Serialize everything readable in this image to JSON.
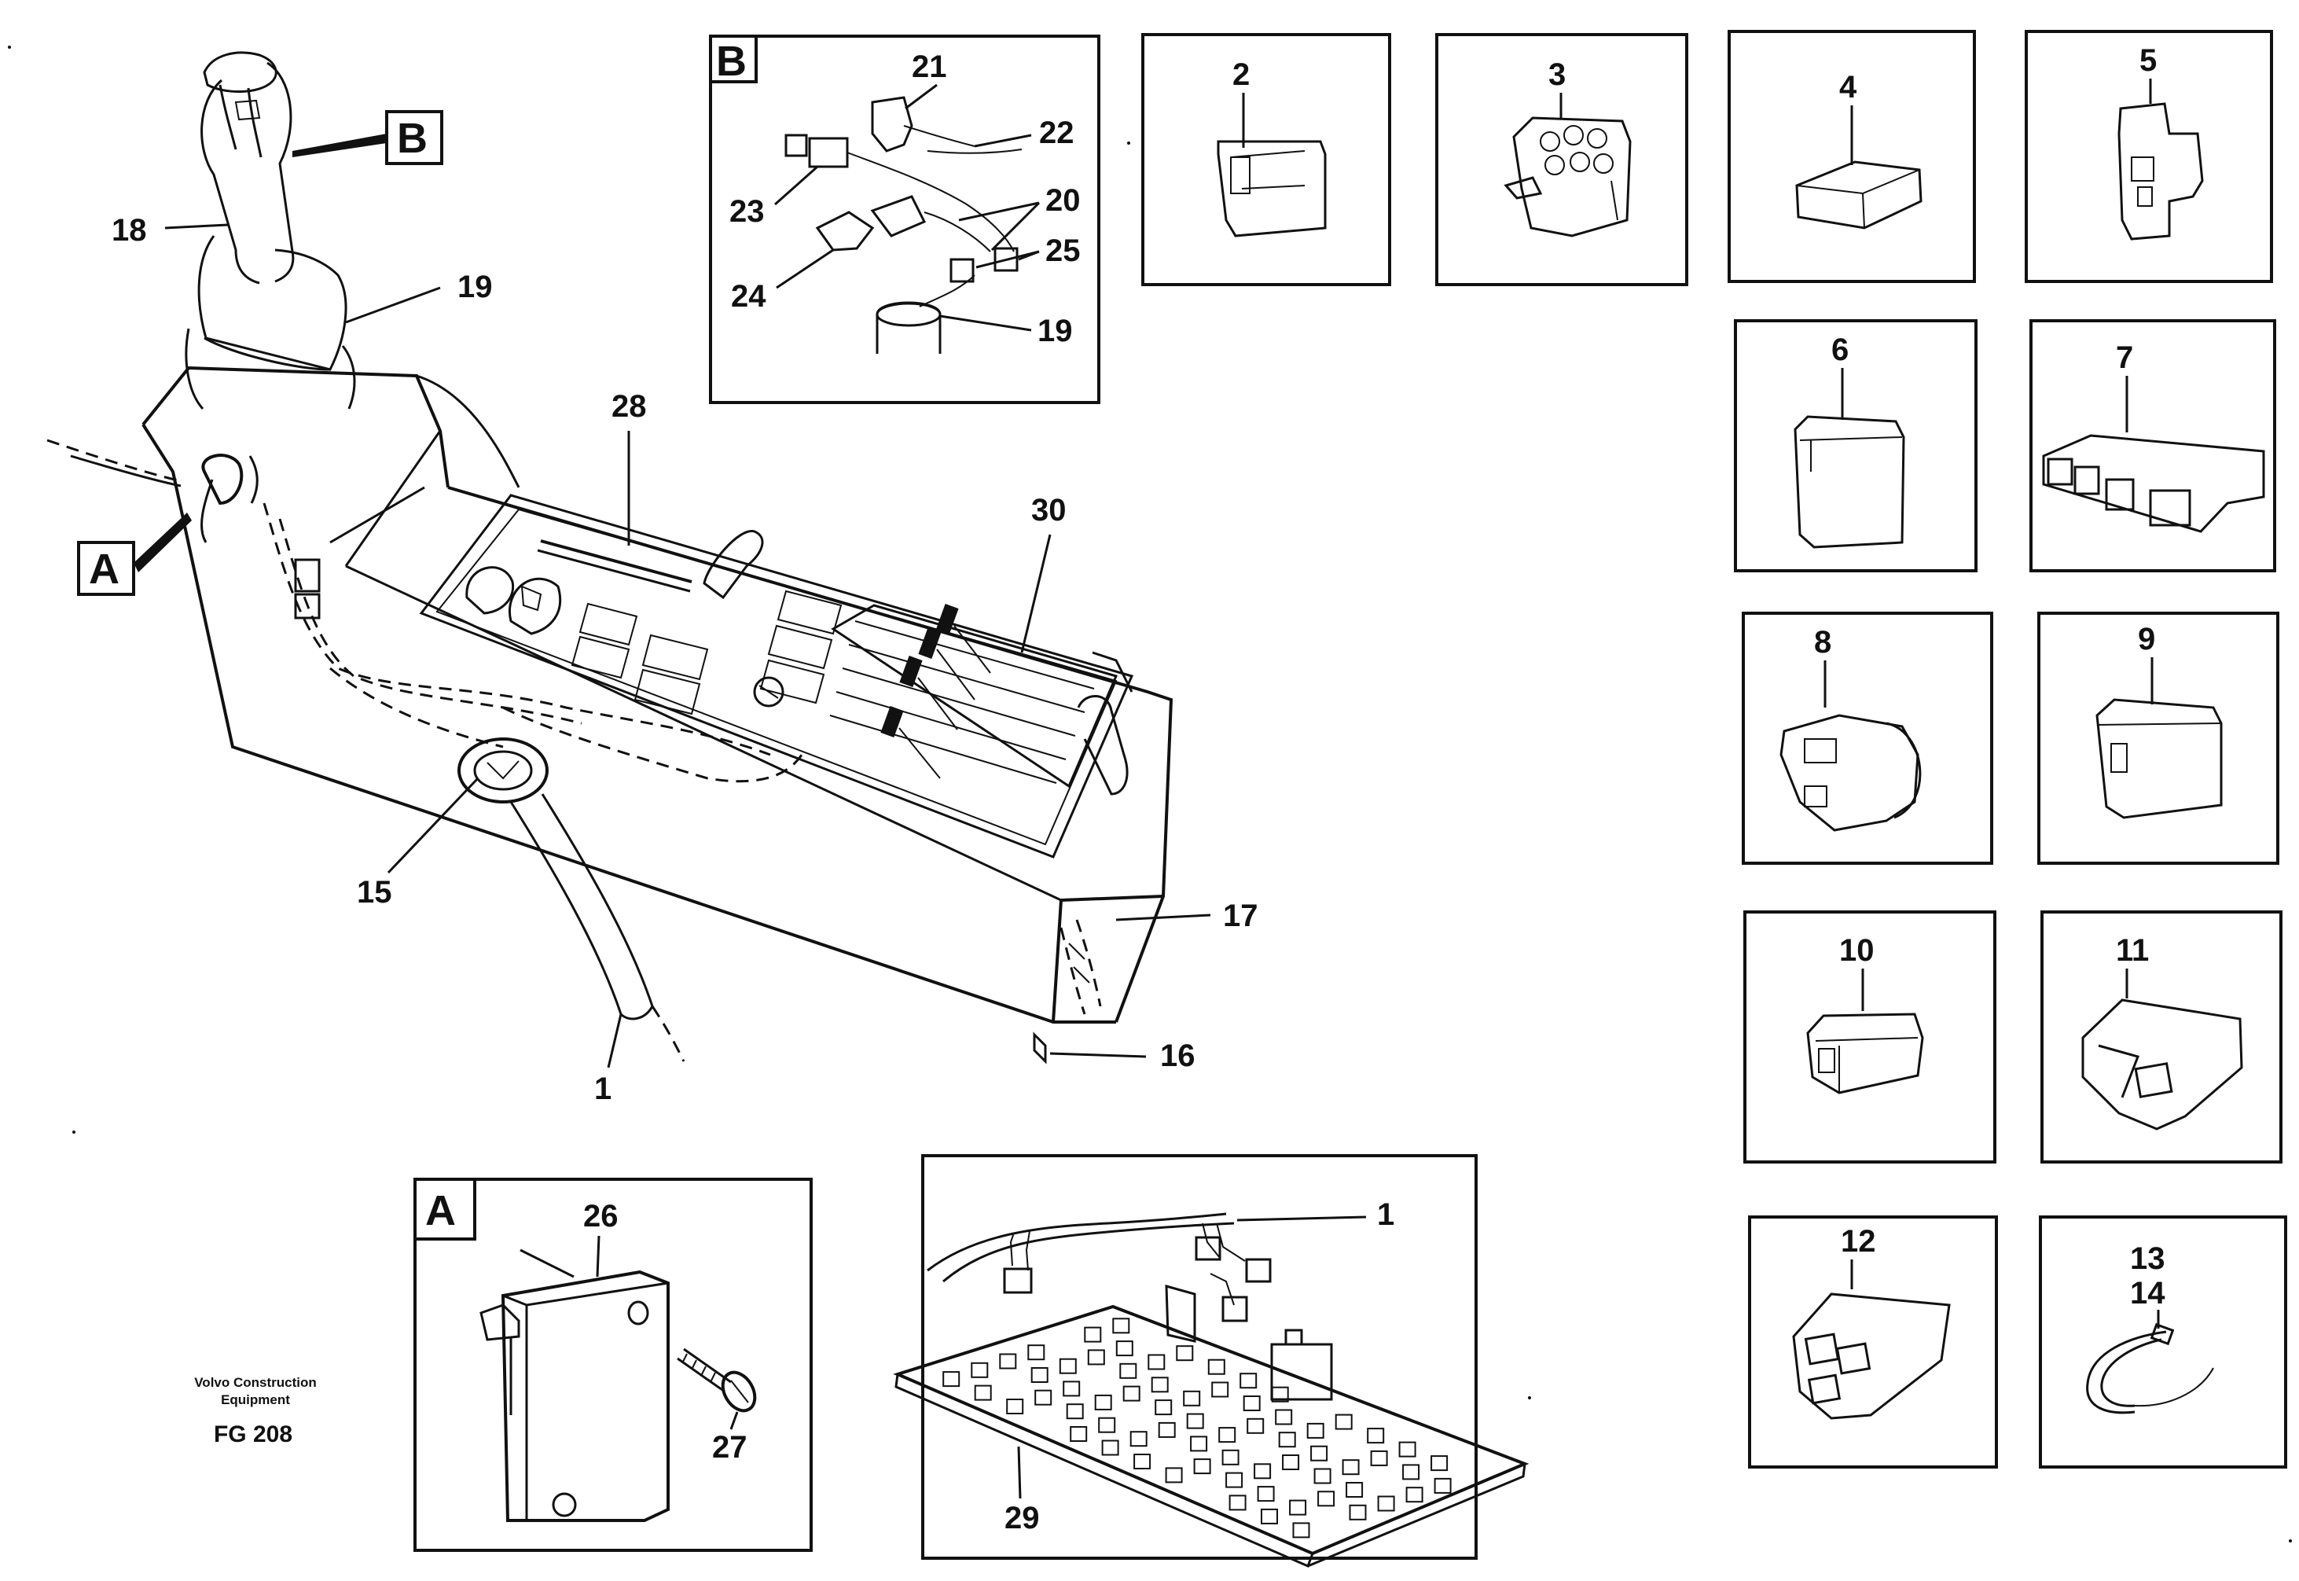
{
  "company": {
    "line1": "Volvo Construction",
    "line2": "Equipment",
    "code": "FG 208"
  },
  "callouts": {
    "A": "A",
    "B": "B"
  },
  "main_labels": {
    "l1": "1",
    "l15": "15",
    "l16": "16",
    "l17": "17",
    "l18": "18",
    "l19": "19",
    "l28": "28",
    "l30": "30"
  },
  "detail_b": {
    "tag": "B",
    "l19": "19",
    "l20": "20",
    "l21": "21",
    "l22": "22",
    "l23": "23",
    "l24": "24",
    "l25": "25"
  },
  "detail_a": {
    "tag": "A",
    "l26": "26",
    "l27": "27"
  },
  "board": {
    "l1": "1",
    "l29": "29"
  },
  "connectors": [
    {
      "label": "2"
    },
    {
      "label": "3"
    },
    {
      "label": "4"
    },
    {
      "label": "5"
    },
    {
      "label": "6"
    },
    {
      "label": "7"
    },
    {
      "label": "8"
    },
    {
      "label": "9"
    },
    {
      "label": "10"
    },
    {
      "label": "11"
    },
    {
      "label": "12"
    },
    {
      "label": "13"
    },
    {
      "label": "14"
    }
  ]
}
